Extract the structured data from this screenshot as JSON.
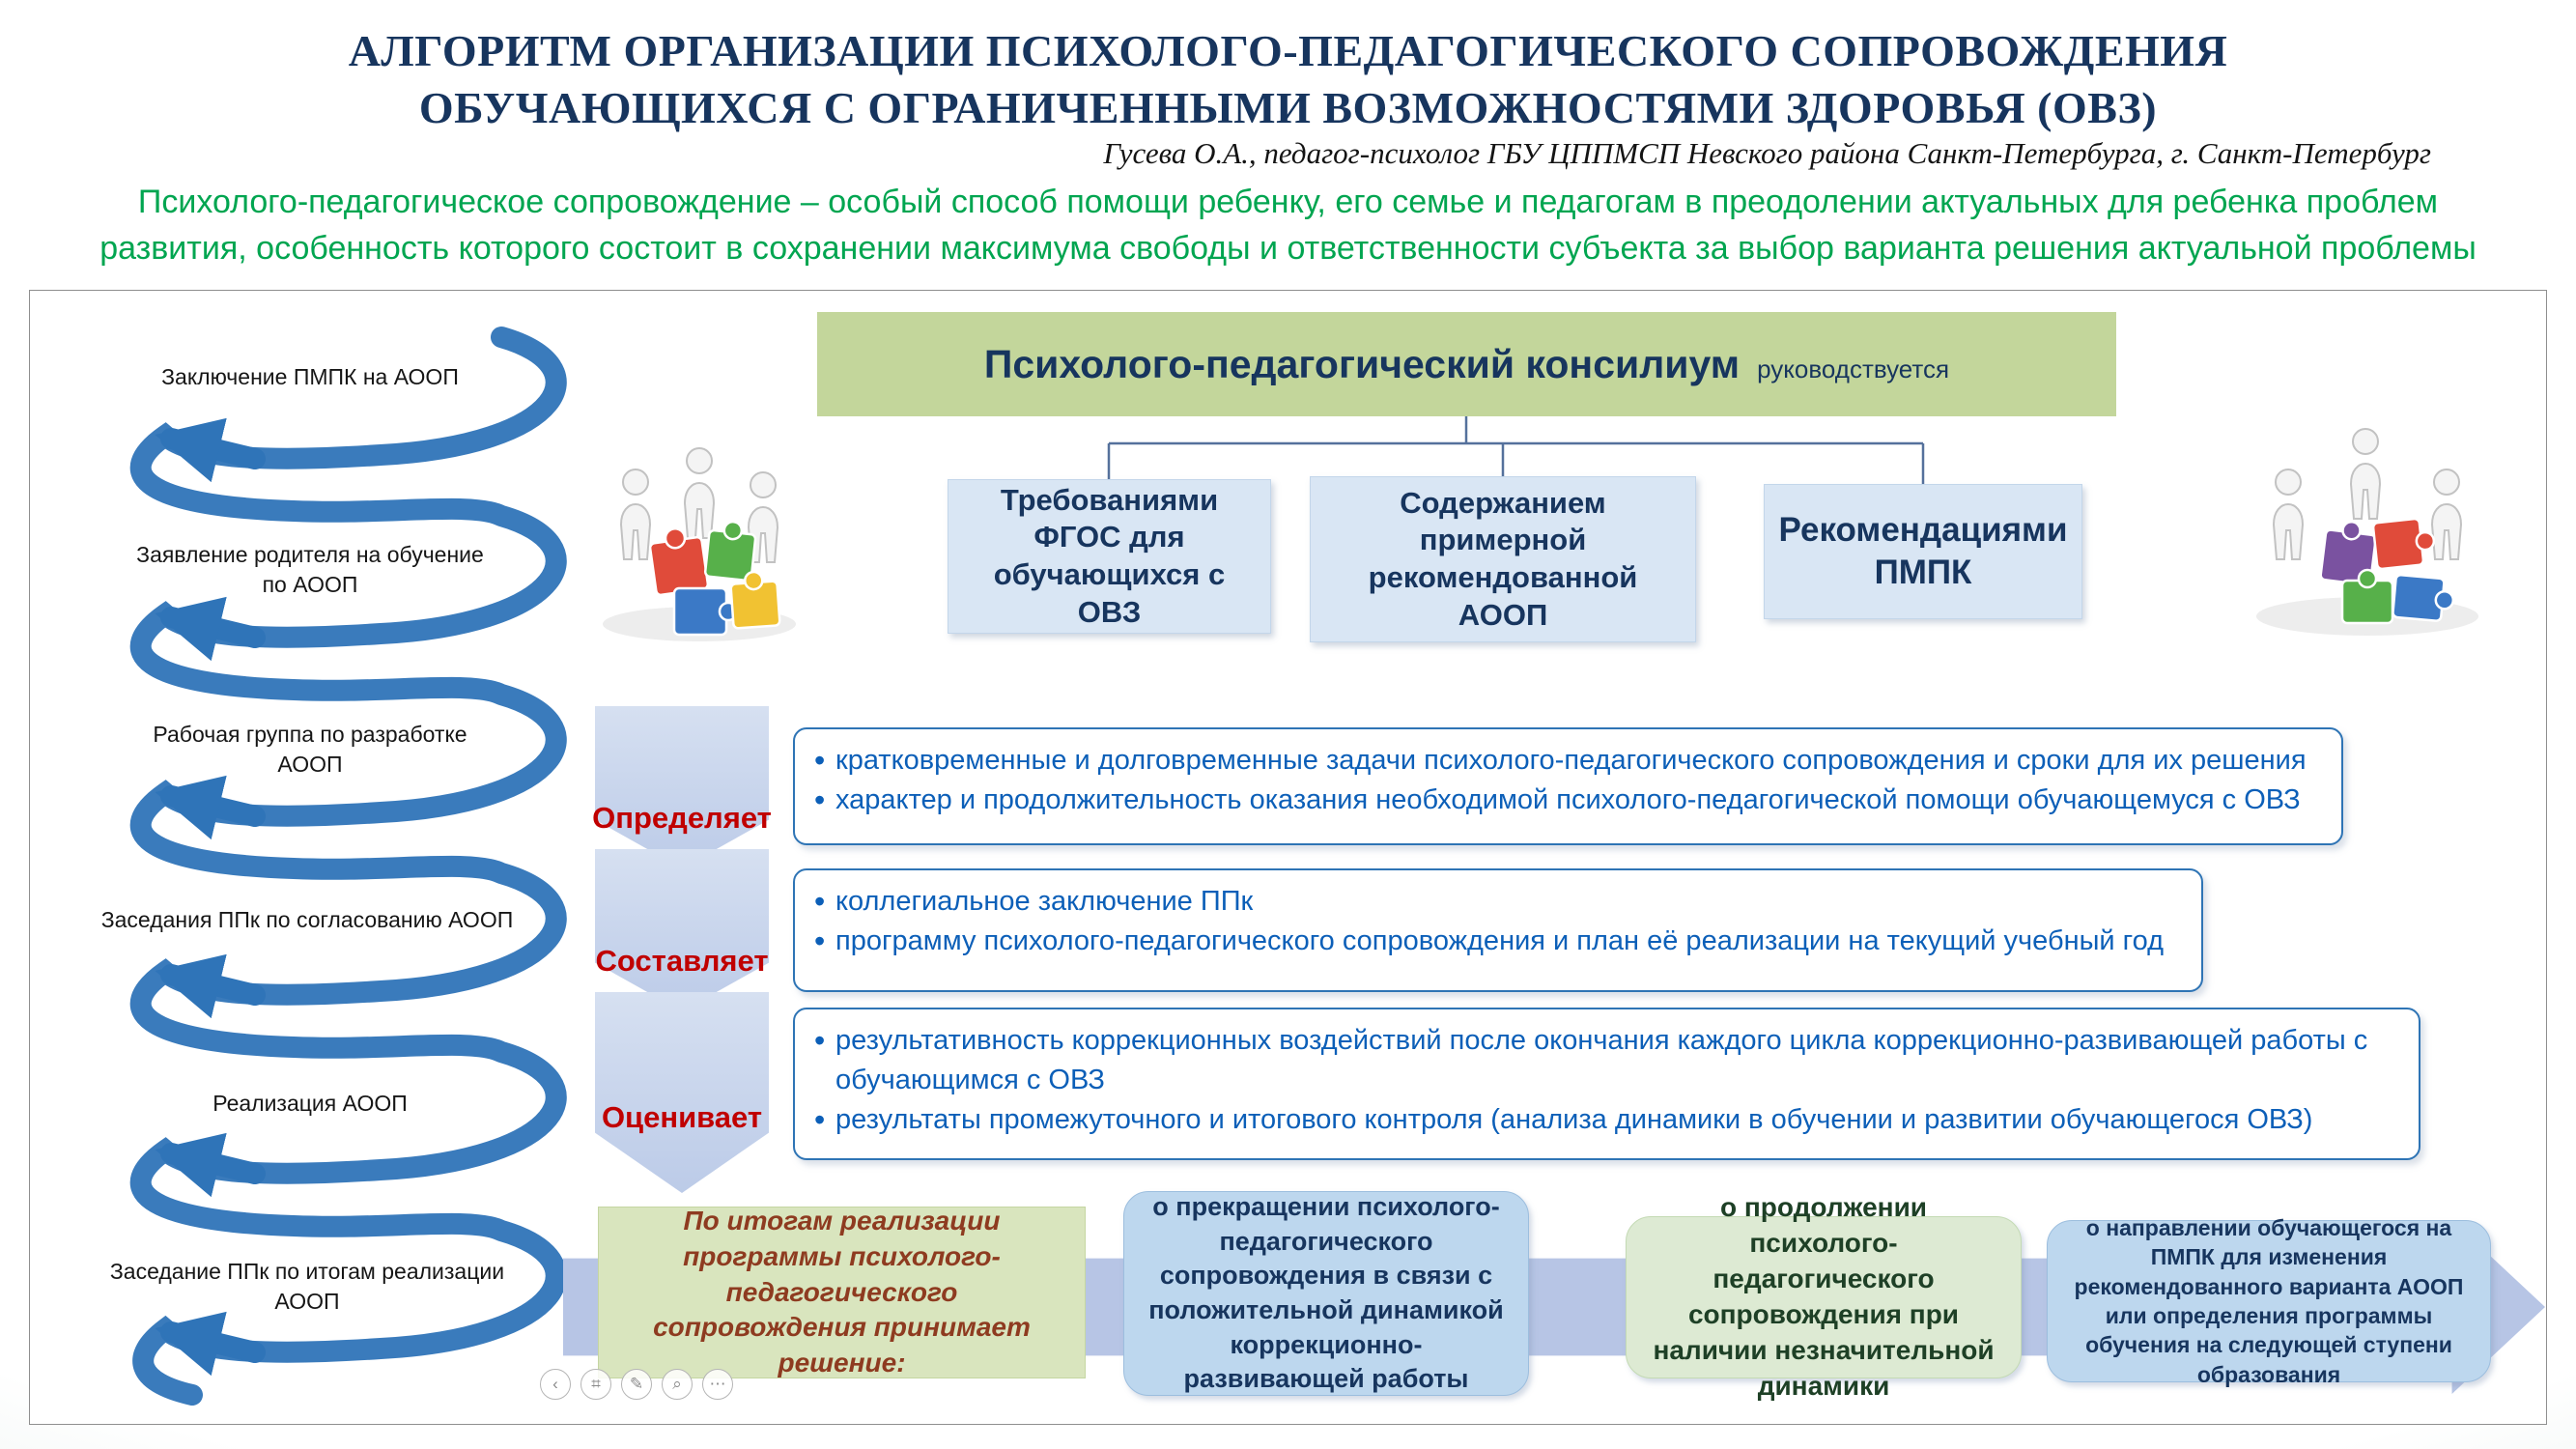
{
  "colors": {
    "title_navy": "#17355E",
    "definition_green": "#00A550",
    "function_red": "#C00000",
    "bullet_blue": "#0C5FB8",
    "header_green_bg": "#C3D69B",
    "box_blue_bg": "#D9E6F4",
    "band_periwinkle": "#B7C5E5",
    "spiral_blue": "#2F74B8",
    "intro_dark_red": "#8E3B20"
  },
  "header": {
    "title_line1": "АЛГОРИТМ ОРГАНИЗАЦИИ ПСИХОЛОГО-ПЕДАГОГИЧЕСКОГО СОПРОВОЖДЕНИЯ",
    "title_line2": "ОБУЧАЮЩИХСЯ С ОГРАНИЧЕННЫМИ ВОЗМОЖНОСТЯМИ ЗДОРОВЬЯ (ОВЗ)",
    "author": "Гусева О.А., педагог-психолог ГБУ ЦППМСП Невского района Санкт-Петербурга, г. Санкт-Петербург",
    "definition": "Психолого-педагогическое сопровождение – особый способ помощи ребенку, его семье и педагогам в преодолении актуальных для ребенка проблем развития, особенность которого состоит в сохранении максимума свободы и ответственности субъекта за выбор варианта решения актуальной проблемы"
  },
  "spiral": {
    "stages": [
      "Заключение ПМПК на АООП",
      "Заявление родителя на обучение по АООП",
      "Рабочая группа по разработке АООП",
      "Заседания ППк по согласованию АООП",
      "Реализация АООП",
      "Заседание ППк по итогам реализации АООП"
    ]
  },
  "consilium": {
    "title": "Психолого-педагогический консилиум",
    "subtitle": "руководствуется",
    "sources": [
      "Требованиями ФГОС для обучающихся с ОВЗ",
      "Содержанием примерной рекомендованной АООП",
      "Рекомендациями ПМПК"
    ]
  },
  "functions": [
    {
      "label": "Определяет",
      "items": [
        "кратковременные и долговременные задачи психолого-педагогического сопровождения и сроки для их решения",
        "характер и продолжительность оказания необходимой психолого-педагогической помощи обучающемуся с ОВЗ"
      ]
    },
    {
      "label": "Составляет",
      "items": [
        "коллегиальное заключение ППк",
        "программу психолого-педагогического сопровождения и план её реализации на текущий учебный год"
      ]
    },
    {
      "label": "Оценивает",
      "items": [
        "результативность коррекционных воздействий после окончания каждого цикла коррекционно-развивающей работы с обучающимся с ОВЗ",
        "результаты промежуточного и итогового контроля (анализа динамики в обучении и развитии обучающегося ОВЗ)"
      ]
    }
  ],
  "decision": {
    "intro": "По итогам реализации программы психолого-педагогического сопровождения принимает решение:",
    "options": [
      "о прекращении психолого-педагогического сопровождения в связи с положительной динамикой коррекционно-развивающей работы",
      "о продолжении психолого-педагогического сопровождения при наличии  незначительной динамики",
      "о направлении обучающегося на ПМПК для изменения рекомендованного варианта АООП или определения программы обучения на следующей ступени образования"
    ]
  },
  "viewer_toolbar": {
    "glyphs": [
      "‹",
      "⌗",
      "✎",
      "⌕",
      "⋯"
    ]
  }
}
